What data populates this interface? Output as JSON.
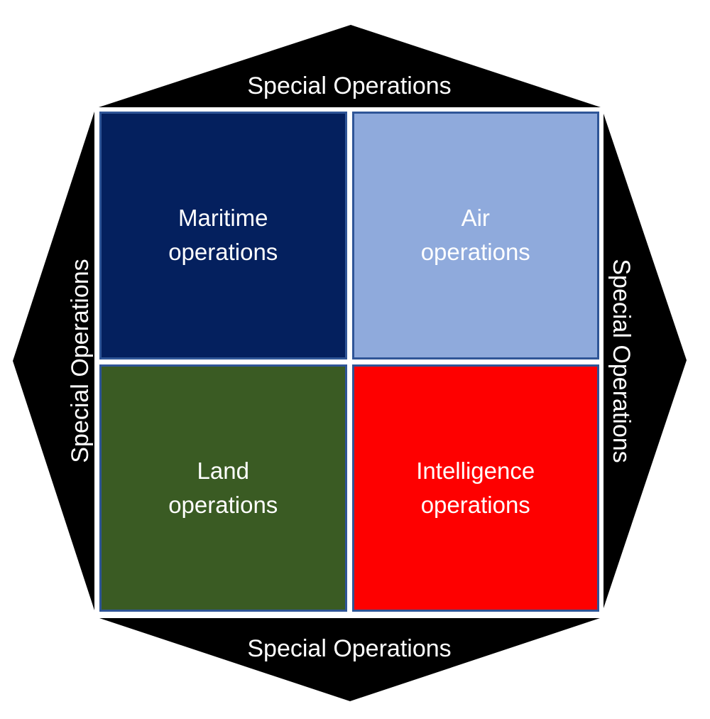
{
  "figure": {
    "background_color": "#FFFFFF",
    "octagon_color": "#000000",
    "edge_text_color": "#FFFFFF",
    "edge_labels": {
      "top": "Special Operations",
      "right": "Special Operations",
      "bottom": "Special Operations",
      "left": "Special Operations"
    },
    "quadrants": [
      {
        "id": "maritime",
        "label": "Maritime\noperations",
        "color": "#04205E",
        "border_color": "#2F5597",
        "text_color": "#FFFFFF"
      },
      {
        "id": "air",
        "label": "Air\noperations",
        "color": "#8FAADC",
        "border_color": "#2F5597",
        "text_color": "#FFFFFF"
      },
      {
        "id": "land",
        "label": "Land\noperations",
        "color": "#3A5B23",
        "border_color": "#2F5597",
        "text_color": "#FFFFFF"
      },
      {
        "id": "intelligence",
        "label": "Intelligence\noperations",
        "color": "#FE0000",
        "border_color": "#2F5597",
        "text_color": "#FFFFFF"
      }
    ]
  }
}
